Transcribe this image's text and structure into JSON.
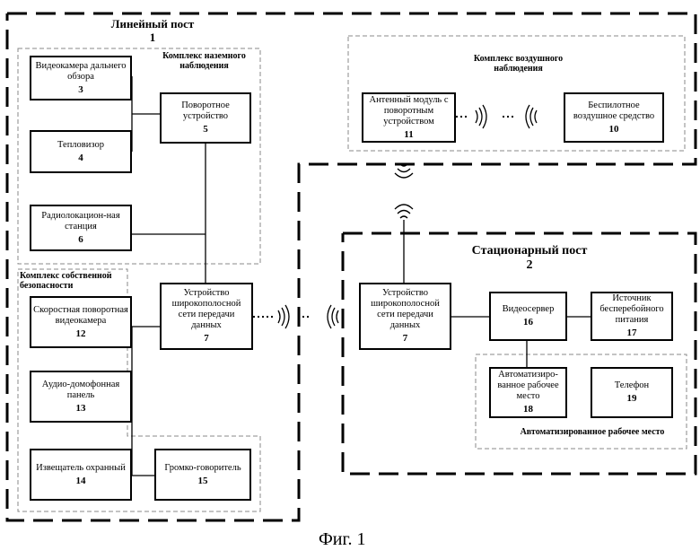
{
  "figure_caption": "Фиг. 1",
  "posts": {
    "linear": {
      "title": "Линейный пост",
      "number": "1"
    },
    "stationary": {
      "title": "Стационарный пост",
      "number": "2"
    }
  },
  "groups": {
    "ground": "Комплекс наземного наблюдения",
    "air": "Комплекс воздушного наблюдения",
    "security": "Комплекс собственной безопасности",
    "workplace": "Автоматизированное рабочее место"
  },
  "blocks": {
    "b3": {
      "label": "Видеокамера дальнего обзора",
      "num": "3"
    },
    "b4": {
      "label": "Тепловизор",
      "num": "4"
    },
    "b5": {
      "label": "Поворотное устройство",
      "num": "5"
    },
    "b6": {
      "label": "Радиолокацион-ная станция",
      "num": "6"
    },
    "b11": {
      "label": "Антенный модуль с поворотным устройством",
      "num": "11"
    },
    "b10": {
      "label": "Беспилотное воздушное средство",
      "num": "10"
    },
    "b12": {
      "label": "Скоростная поворотная видеокамера",
      "num": "12"
    },
    "b13": {
      "label": "Аудио-домофонная панель",
      "num": "13"
    },
    "b14": {
      "label": "Извещатель охранный",
      "num": "14"
    },
    "b15": {
      "label": "Громко-говоритель",
      "num": "15"
    },
    "b7a": {
      "label": "Устройство широкополосной сети передачи данных",
      "num": "7"
    },
    "b7b": {
      "label": "Устройство широкополосной сети передачи данных",
      "num": "7"
    },
    "b16": {
      "label": "Видеосервер",
      "num": "16"
    },
    "b17": {
      "label": "Источник бесперебойного питания",
      "num": "17"
    },
    "b18": {
      "label": "Автоматизиро-ванное рабочее место",
      "num": "18"
    },
    "b19": {
      "label": "Телефон",
      "num": "19"
    }
  }
}
